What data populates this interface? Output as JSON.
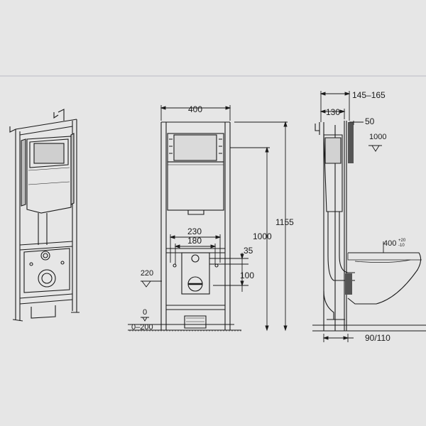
{
  "diagram": {
    "front_view": {
      "width_label": "400",
      "height_label_inner": "1000",
      "height_label_outer": "1155",
      "spacing_label_outer": "230",
      "spacing_label_inner": "180",
      "offset_label_35": "35",
      "offset_label_100": "100",
      "level_label_220": "220",
      "floor_symbol": "0",
      "floor_range_label": "0–200"
    },
    "side_view": {
      "depth_range_label": "145–165",
      "depth_label_130": "130",
      "depth_label_50": "50",
      "level_label_1000": "1000",
      "bowl_height_label": "400",
      "bowl_height_superscript": "+20",
      "bowl_height_subscript": "-10",
      "base_label": "90/110"
    }
  },
  "colors": {
    "background": "#e6e6e6",
    "ink": "#1a1a1a",
    "hatch": "#555555",
    "divider": "#b9b9c4"
  }
}
